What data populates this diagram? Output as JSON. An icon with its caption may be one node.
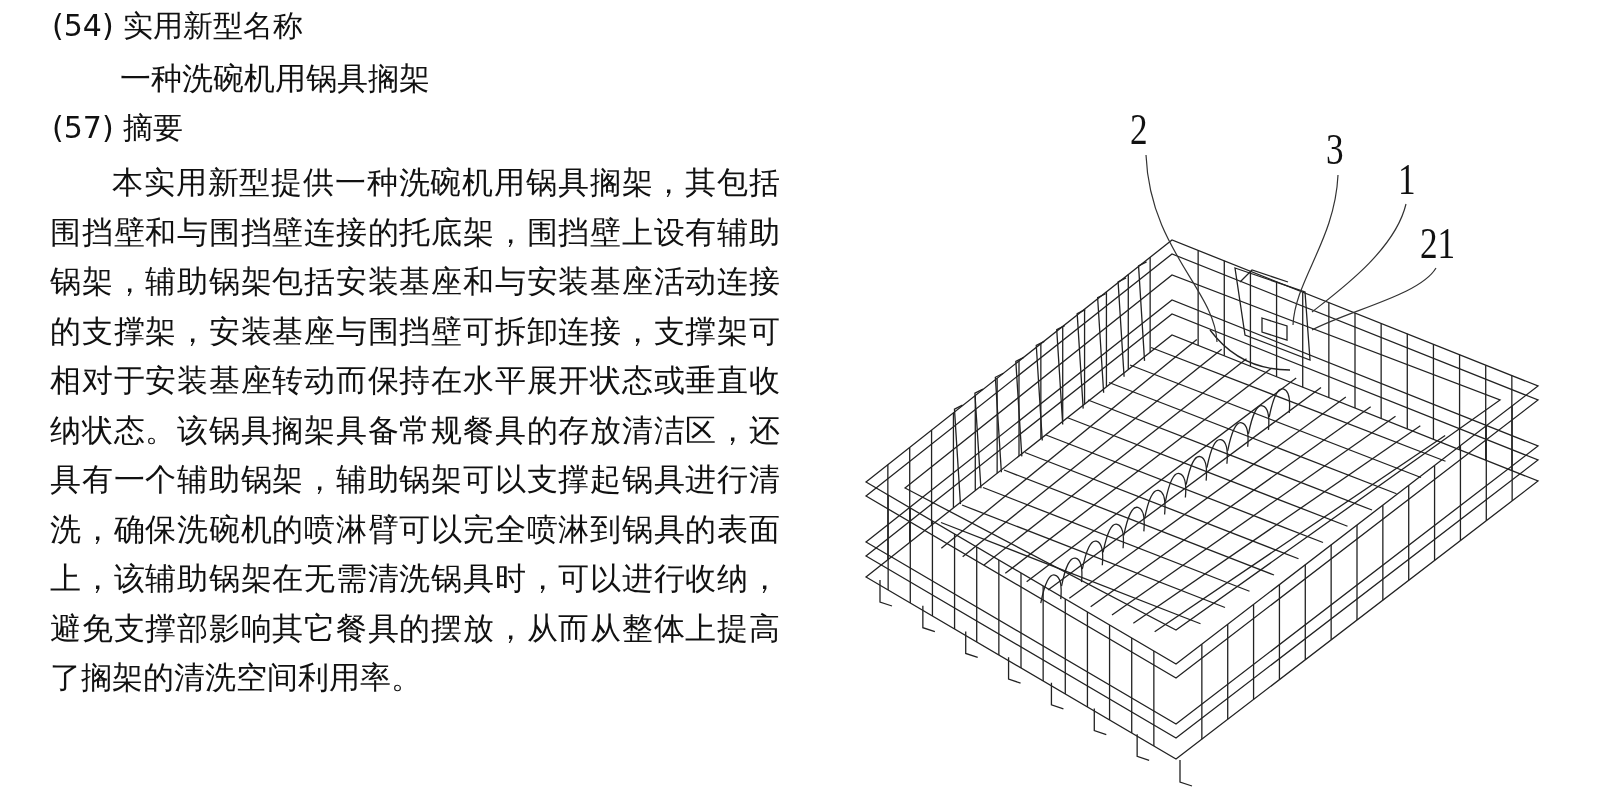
{
  "diagram": {
    "nodes": [
      {
        "text": [
          "2"
        ]
      },
      {
        "text": [
          "3"
        ]
      },
      {
        "text": [
          "1"
        ]
      },
      {
        "text": [
          "21"
        ]
      }
    ],
    "edges": [
      {
        "from": 0,
        "to": null,
        "arrow": "none"
      },
      {
        "from": 1,
        "to": null,
        "arrow": "none"
      },
      {
        "from": 2,
        "to": null,
        "arrow": "none"
      },
      {
        "from": 3,
        "to": null,
        "arrow": "none"
      }
    ],
    "labels": [
      "(54) 实用新型名称",
      "一种洗碗机用锅具搁架",
      "(57) 摘要",
      "本实用新型提供一种洗碗机用锅具搁架，其包括围挡壁和与围挡壁连接的托底架，围挡壁上设有辅助锅架，辅助锅架包括安装基座和与安装基座活动连接的支撑架，安装基座与围挡壁可拆卸连接，支撑架可相对于安装基座转动而保持在水平展开状态或垂直收纳状态。该锅具搁架具备常规餐具的存放清洁区，还具有一个辅助锅架，辅助锅架可以支撑起锅具进行清洗，确保洗碗机的喷淋臂可以完全喷淋到锅具的表面上，该辅助锅架在无需清洗锅具时，可以进行收纳，避免支撑部影响其它餐具的摆放，从而从整体上提高了搁架的清洗空间利用率。"
    ]
  }
}
